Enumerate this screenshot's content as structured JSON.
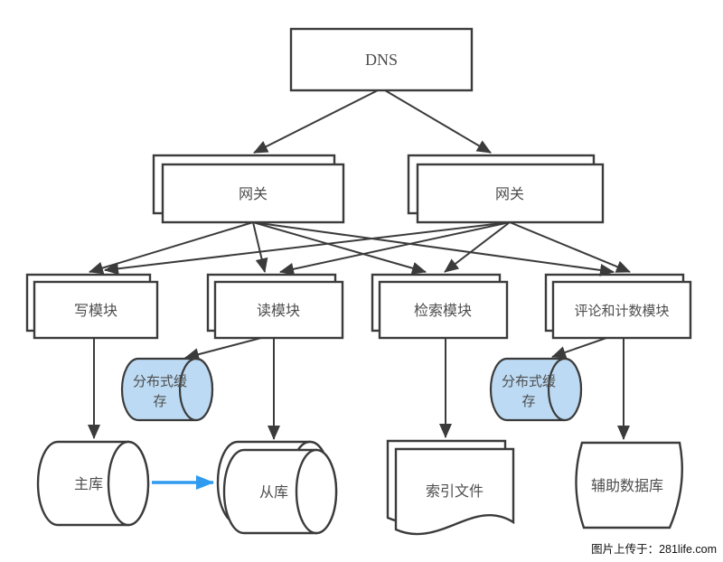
{
  "diagram": {
    "type": "architecture-flowchart",
    "nodes": {
      "dns": {
        "label": "DNS",
        "shape": "rectangle"
      },
      "gateway_left": {
        "label": "网关",
        "shape": "stacked-rectangle"
      },
      "gateway_right": {
        "label": "网关",
        "shape": "stacked-rectangle"
      },
      "write_module": {
        "label": "写模块",
        "shape": "stacked-rectangle"
      },
      "read_module": {
        "label": "读模块",
        "shape": "stacked-rectangle"
      },
      "search_module": {
        "label": "检索模块",
        "shape": "stacked-rectangle"
      },
      "comment_count_module": {
        "label": "评论和计数模块",
        "shape": "stacked-rectangle"
      },
      "cache_left": {
        "label": "分布式缓存",
        "lines": [
          "分布式缓",
          "存"
        ],
        "shape": "horizontal-cylinder",
        "fill": "#bcdaf3"
      },
      "cache_right": {
        "label": "分布式缓存",
        "lines": [
          "分布式缓",
          "存"
        ],
        "shape": "horizontal-cylinder",
        "fill": "#bcdaf3"
      },
      "master_db": {
        "label": "主库",
        "shape": "horizontal-cylinder"
      },
      "slave_db": {
        "label": "从库",
        "shape": "stacked-horizontal-cylinder"
      },
      "index_file": {
        "label": "索引文件",
        "shape": "stacked-document"
      },
      "aux_db": {
        "label": "辅助数据库",
        "shape": "stored-data"
      }
    },
    "edges": [
      {
        "from": "dns",
        "to": "gateway_left"
      },
      {
        "from": "dns",
        "to": "gateway_right"
      },
      {
        "from": "gateway_left",
        "to": "write_module"
      },
      {
        "from": "gateway_left",
        "to": "read_module"
      },
      {
        "from": "gateway_left",
        "to": "search_module"
      },
      {
        "from": "gateway_left",
        "to": "comment_count_module"
      },
      {
        "from": "gateway_right",
        "to": "write_module"
      },
      {
        "from": "gateway_right",
        "to": "read_module"
      },
      {
        "from": "gateway_right",
        "to": "search_module"
      },
      {
        "from": "gateway_right",
        "to": "comment_count_module"
      },
      {
        "from": "write_module",
        "to": "master_db"
      },
      {
        "from": "read_module",
        "to": "cache_left"
      },
      {
        "from": "read_module",
        "to": "slave_db"
      },
      {
        "from": "search_module",
        "to": "index_file"
      },
      {
        "from": "comment_count_module",
        "to": "cache_right"
      },
      {
        "from": "comment_count_module",
        "to": "aux_db"
      },
      {
        "from": "master_db",
        "to": "slave_db",
        "color": "#2e9bf0",
        "style": "replication"
      }
    ],
    "colors": {
      "stroke": "#3b3b3b",
      "label_text": "#4d4d4d",
      "cache_fill": "#bcdaf3",
      "shape_fill": "#ffffff",
      "replication_arrow": "#2e9bf0",
      "background": "#ffffff"
    }
  },
  "watermark": {
    "text": "图片上传于：281life.com"
  }
}
